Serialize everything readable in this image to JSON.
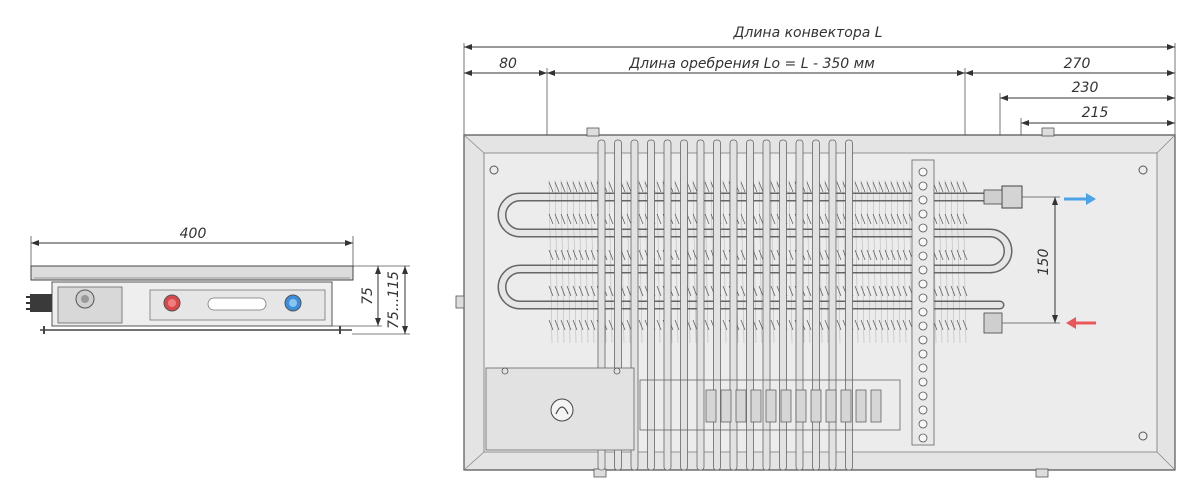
{
  "side_view": {
    "width_label": "400",
    "height_label": "75",
    "range_label": "75...115"
  },
  "top_view": {
    "length_label": "Длина конвектора L",
    "fin_length_label": "Длина оребрения Lo = L - 350 мм",
    "dim_80": "80",
    "dim_270": "270",
    "dim_230": "230",
    "dim_215": "215",
    "dim_150": "150"
  },
  "flow": {
    "outlet_color": "#4da3e8",
    "inlet_color": "#e8585a",
    "outlet_icon": "arrow-right-icon",
    "inlet_icon": "arrow-left-icon"
  },
  "colors": {
    "housing_fill": "#e4e4e4",
    "housing_stroke": "#555555",
    "fin_stroke": "#555555"
  }
}
